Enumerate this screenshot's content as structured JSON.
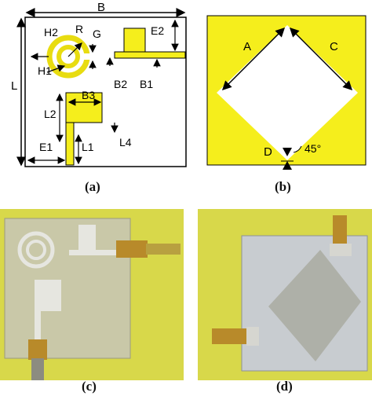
{
  "captions": {
    "a": "(a)",
    "b": "(b)",
    "c": "(c)",
    "d": "(d)"
  },
  "panel_a": {
    "labels": {
      "B": "B",
      "L": "L",
      "H2": "H2",
      "R": "R",
      "G": "G",
      "H1": "H1",
      "E2": "E2",
      "B2": "B2",
      "B1": "B1",
      "B3": "B3",
      "L2": "L2",
      "L4": "L4",
      "L1": "L1",
      "E1": "E1"
    }
  },
  "panel_b": {
    "labels": {
      "A": "A",
      "C": "C",
      "D": "D",
      "angle": "45°"
    }
  },
  "colors": {
    "copper": "#f5ee1c",
    "substrate": "#ffffff",
    "board_photo": "#c9c8a8",
    "background_photo": "#d8d84a",
    "metal": "#c8ccd0",
    "aperture": "#aeb0a8"
  }
}
